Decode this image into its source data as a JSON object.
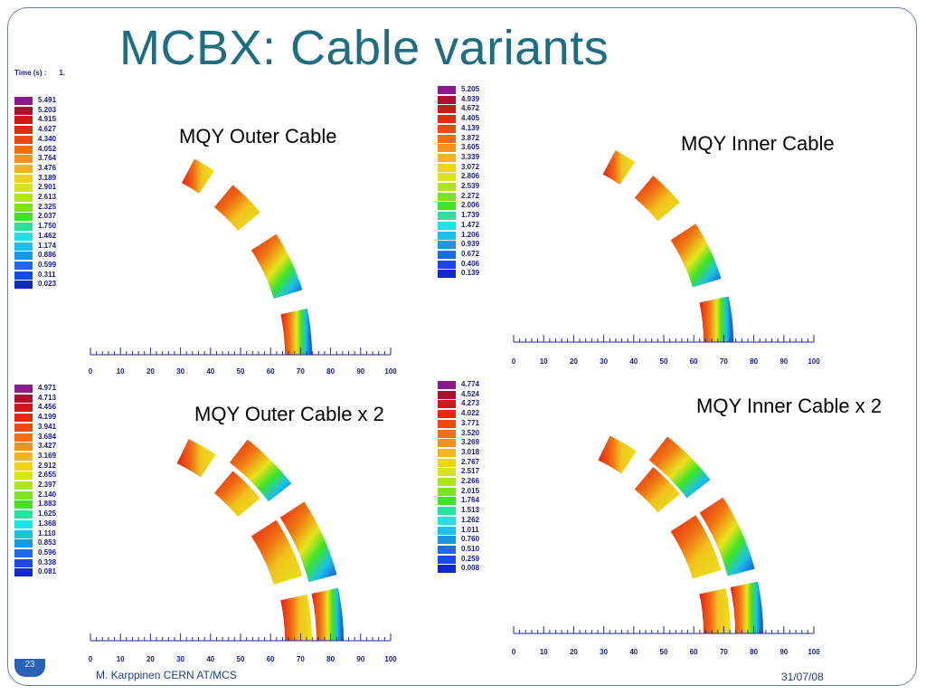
{
  "slide": {
    "title": "MCBX: Cable variants",
    "slide_number": "23",
    "footer_left": "M. Karppinen CERN AT/MCS",
    "footer_right": "31/07/08"
  },
  "time": {
    "label": "Time (s) :",
    "value": "1."
  },
  "palette": [
    "#8b1a8c",
    "#b01030",
    "#cf1818",
    "#e12a10",
    "#ee4a10",
    "#f26e10",
    "#f4921a",
    "#f4b41c",
    "#eed21c",
    "#d8e41c",
    "#b0e41c",
    "#7ce41c",
    "#3ee428",
    "#28e0a0",
    "#1ce4e4",
    "#1cc0e8",
    "#1c96e0",
    "#1c6ce8",
    "#1c48e8",
    "#1228c8",
    "#0a0a9a"
  ],
  "panels": [
    {
      "label": "MQY Outer Cable",
      "legend": [
        "5.491",
        "5.203",
        "4.915",
        "4.627",
        "4.340",
        "4.052",
        "3.764",
        "3.476",
        "3.189",
        "2.901",
        "2.613",
        "2.325",
        "2.037",
        "1.750",
        "1.462",
        "1.174",
        "0.886",
        "0.599",
        "0.311",
        "0.023"
      ]
    },
    {
      "label": "MQY Inner Cable",
      "legend": [
        "5.205",
        "4.939",
        "4.672",
        "4.405",
        "4.139",
        "3.872",
        "3.605",
        "3.339",
        "3.072",
        "2.806",
        "2.539",
        "2.272",
        "2.006",
        "1.739",
        "1.472",
        "1.206",
        "0.939",
        "0.672",
        "0.406",
        "0.139"
      ]
    },
    {
      "label": "MQY Outer Cable x 2",
      "legend": [
        "4.971",
        "4.713",
        "4.456",
        "4.199",
        "3.941",
        "3.684",
        "3.427",
        "3.169",
        "2.912",
        "2.655",
        "2.397",
        "2.140",
        "1.883",
        "1.625",
        "1.368",
        "1.110",
        "0.853",
        "0.596",
        "0.338",
        "0.081"
      ]
    },
    {
      "label": "MQY Inner Cable x 2",
      "legend": [
        "4.774",
        "4.524",
        "4.273",
        "4.022",
        "3.771",
        "3.520",
        "3.269",
        "3.018",
        "2.767",
        "2.517",
        "2.266",
        "2.015",
        "1.764",
        "1.513",
        "1.262",
        "1.011",
        "0.760",
        "0.510",
        "0.259",
        "0.008"
      ]
    }
  ],
  "axis_ticks": [
    "0",
    "10",
    "20",
    "30",
    "40",
    "50",
    "60",
    "70",
    "80",
    "90",
    "100"
  ]
}
